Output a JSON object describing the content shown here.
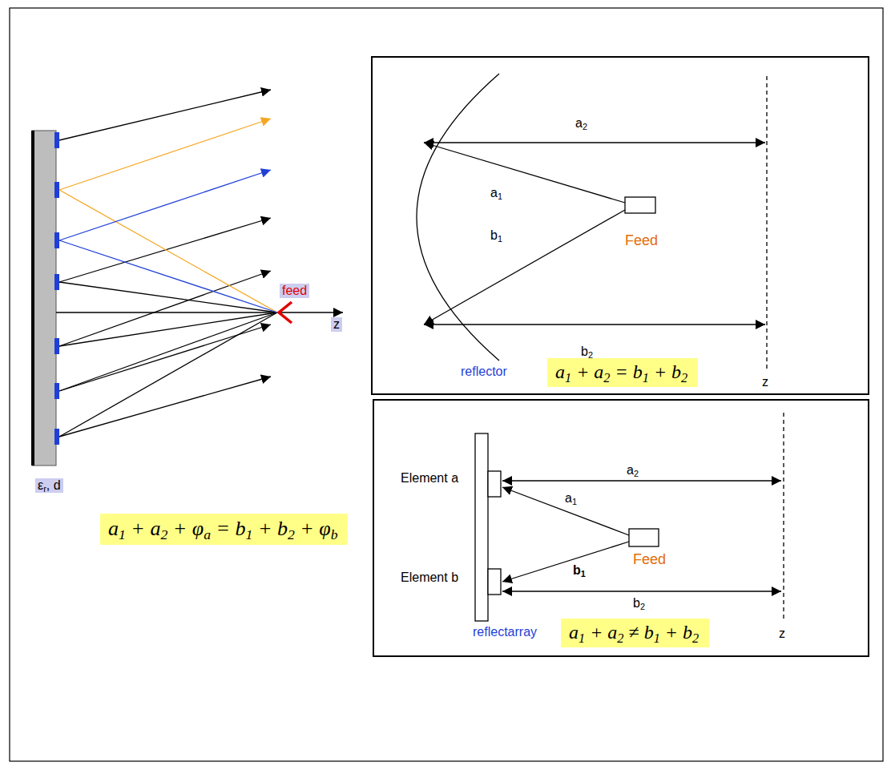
{
  "diagram": {
    "nodes": [
      {
        "text": [
          "a2",
          "a1",
          "Feed",
          "b1",
          "b2",
          "reflector",
          "z"
        ]
      },
      {
        "text": [
          "a1 + a2 = b1 + b2"
        ],
        "in": 0
      },
      {
        "text": [
          "Element a",
          "a2",
          "a1",
          "Feed",
          "Element b",
          "b1",
          "b2",
          "reflectarray",
          "z"
        ]
      },
      {
        "text": [
          "a1 + a2 ≠ b1 + b2"
        ],
        "in": 2
      },
      {
        "text": [
          "a1 + a2 + φa = b1 + b2 + φb"
        ]
      }
    ],
    "labels": [
      "feed",
      "z",
      "εr, d"
    ]
  }
}
